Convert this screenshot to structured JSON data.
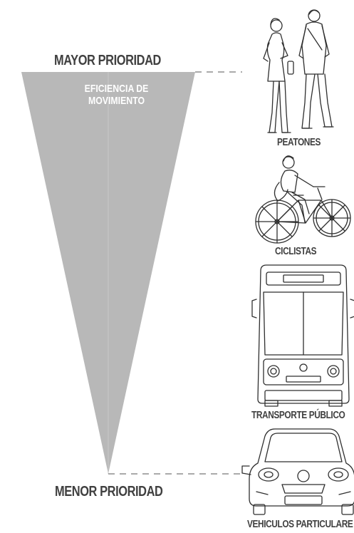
{
  "priority": {
    "top_label": "MAYOR PRIORIDAD",
    "bottom_label": "MENOR PRIORIDAD"
  },
  "funnel": {
    "line1": "EFICIENCIA DE",
    "line2": "MOVIMIENTO",
    "fill_color": "#b8b8b8",
    "text_color": "#ffffff"
  },
  "modes": [
    {
      "label": "PEATONES",
      "icon": "pedestrians-icon"
    },
    {
      "label": "CICLISTAS",
      "icon": "cyclist-icon"
    },
    {
      "label": "TRANSPORTE PÚBLICO",
      "icon": "bus-icon"
    },
    {
      "label": "VEHICULOS PARTICULARE",
      "icon": "car-icon"
    }
  ]
}
